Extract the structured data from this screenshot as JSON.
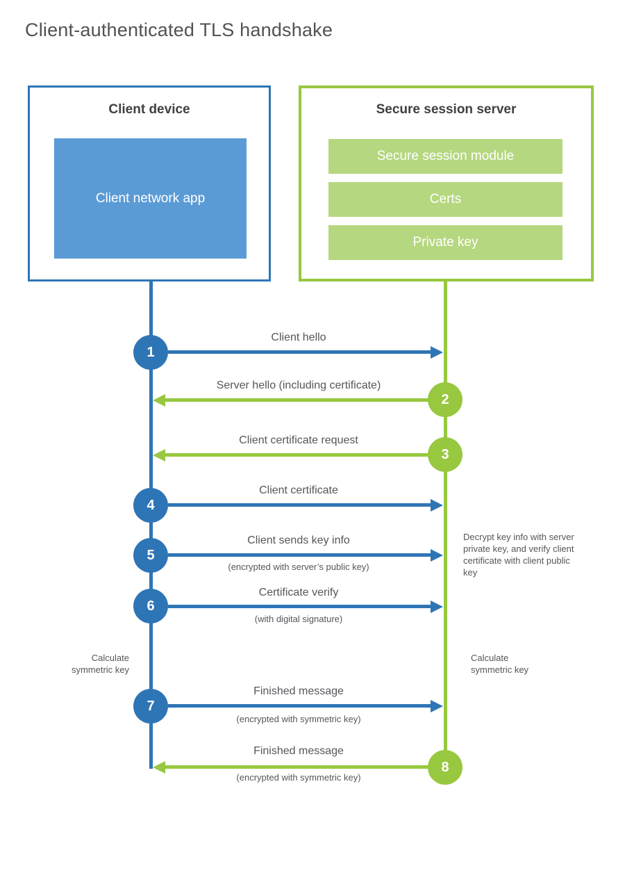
{
  "title": "Client-authenticated TLS handshake",
  "colors": {
    "blue_accent": "#2e75b6",
    "blue_fill": "#5b9bd5",
    "green_accent": "#97c83f",
    "green_fill": "#b5d77f",
    "label_text": "#54565a",
    "heading_text": "#3f4042"
  },
  "client_box": {
    "title": "Client device",
    "app_label": "Client network app"
  },
  "server_box": {
    "title": "Secure session server",
    "modules": [
      "Secure session module",
      "Certs",
      "Private key"
    ]
  },
  "steps": [
    {
      "num": "1",
      "direction": "client-to-server",
      "label": "Client hello",
      "sub": ""
    },
    {
      "num": "2",
      "direction": "server-to-client",
      "label": "Server hello (including certificate)",
      "sub": ""
    },
    {
      "num": "3",
      "direction": "server-to-client",
      "label": "Client certificate request",
      "sub": ""
    },
    {
      "num": "4",
      "direction": "client-to-server",
      "label": "Client certificate",
      "sub": ""
    },
    {
      "num": "5",
      "direction": "client-to-server",
      "label": "Client sends key info",
      "sub": "(encrypted with server’s public key)"
    },
    {
      "num": "6",
      "direction": "client-to-server",
      "label": "Certificate verify",
      "sub": "(with digital signature)"
    },
    {
      "num": "7",
      "direction": "client-to-server",
      "label": "Finished message",
      "sub": "(encrypted with symmetric key)"
    },
    {
      "num": "8",
      "direction": "server-to-client",
      "label": "Finished message",
      "sub": "(encrypted with symmetric key)"
    }
  ],
  "annotations": {
    "server_note": "Decrypt key info with server private key, and verify client certificate with client public key",
    "client_calculate": "Calculate symmetric key",
    "server_calculate": "Calculate symmetric key"
  }
}
